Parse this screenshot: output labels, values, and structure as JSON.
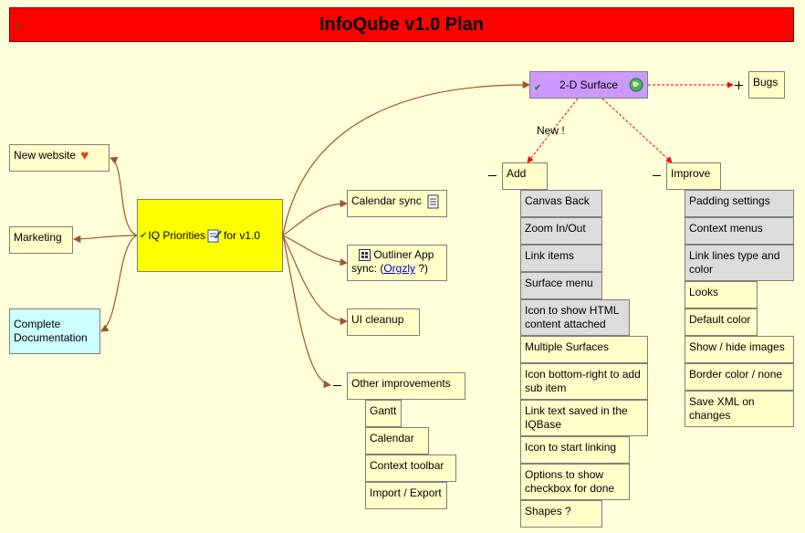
{
  "title": "InfoQube v1.0 Plan",
  "colors": {
    "title_bg": "#ff0000",
    "link_line": "#a0522d",
    "dashed_link": "#ff0000"
  },
  "center": {
    "pre": "IQ Priorities",
    "post": "for v1.0"
  },
  "left_nodes": {
    "website": "New website",
    "marketing": "Marketing",
    "documentation": "Complete Documentation"
  },
  "branch_nodes": {
    "calendar_sync": "Calendar sync",
    "outliner_pre": "Outliner App",
    "outliner_sync": "sync: (",
    "outliner_link": "Orgzly",
    "outliner_post": " ?)",
    "ui_cleanup": "UI cleanup",
    "other": "Other improvements"
  },
  "other_items": [
    "Gantt",
    "Calendar",
    "Context toolbar",
    "Import / Export"
  ],
  "surface": {
    "label": "2-D Surface",
    "bugs": "Bugs",
    "new_label": "New !"
  },
  "add": {
    "label": "Add",
    "items": [
      "Canvas Back",
      "Zoom In/Out",
      "Link items",
      "Surface menu",
      "Icon to show HTML content attached",
      "Multiple Surfaces",
      "Icon bottom-right to add sub item",
      "Link text saved in the IQBase",
      "Icon to start linking",
      "Options to show checkbox for done",
      "Shapes ?"
    ]
  },
  "improve": {
    "label": "Improve",
    "items": [
      "Padding settings",
      "Context menus",
      "Link lines type and color",
      "Looks",
      "Default color",
      "Show / hide images",
      "Border color / none",
      "Save XML on changes"
    ]
  },
  "icons": [
    "check-icon",
    "heart-icon",
    "note-icon",
    "document-icon",
    "outliner-icon",
    "globe-icon",
    "plus-icon",
    "minus-icon"
  ]
}
